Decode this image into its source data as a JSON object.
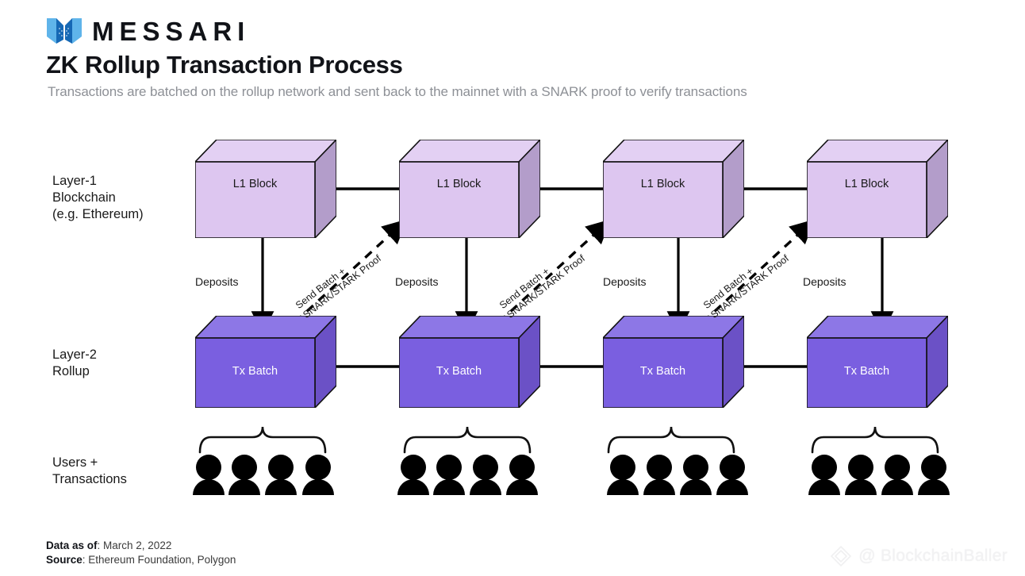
{
  "brand": {
    "logo_icon": "messari-m-logo",
    "wordmark": "MESSARI",
    "logo_color": "#2e8bd6"
  },
  "header": {
    "title": "ZK Rollup Transaction Process",
    "subtitle": "Transactions are batched on the rollup network and sent back to the mainnet with a SNARK proof to verify transactions"
  },
  "diagram": {
    "type": "process-flow",
    "row_labels": [
      {
        "id": "layer-1",
        "text": "Layer-1\nBlockchain\n(e.g. Ethereum)"
      },
      {
        "id": "layer-2",
        "text": "Layer-2\nRollup"
      },
      {
        "id": "users",
        "text": "Users +\nTransactions"
      }
    ],
    "l1_blocks": [
      {
        "label": "L1 Block"
      },
      {
        "label": "L1 Block"
      },
      {
        "label": "L1 Block"
      },
      {
        "label": "L1 Block"
      }
    ],
    "l2_blocks": [
      {
        "label": "Tx Batch"
      },
      {
        "label": "Tx Batch"
      },
      {
        "label": "Tx Batch"
      },
      {
        "label": "Tx Batch"
      }
    ],
    "deposit_labels": [
      "Deposits",
      "Deposits",
      "Deposits",
      "Deposits"
    ],
    "proof_labels": [
      "Send Batch +\nSNARK/STARK Proof",
      "Send Batch +\nSNARK/STARK Proof",
      "Send Batch +\nSNARK/STARK Proof"
    ],
    "user_groups": [
      {
        "count": 4,
        "icon": "person-icon"
      },
      {
        "count": 4,
        "icon": "person-icon"
      },
      {
        "count": 4,
        "icon": "person-icon"
      },
      {
        "count": 4,
        "icon": "person-icon"
      }
    ],
    "colors": {
      "l1_front": "#ddc6f0",
      "l1_top": "#e3d0f3",
      "l1_side": "#b39dca",
      "l2_front": "#7a5fe0",
      "l2_top": "#8d77e6",
      "l2_side": "#6b51c6",
      "stroke": "#111111",
      "connector": "#000000"
    }
  },
  "footer": {
    "data_as_of_label": "Data as of",
    "data_as_of_value": ": March 2, 2022",
    "source_label": "Source",
    "source_value": ": Ethereum Foundation, Polygon"
  },
  "watermark": {
    "icon": "diamond-icon",
    "handle": "@ BlockchainBaller"
  }
}
